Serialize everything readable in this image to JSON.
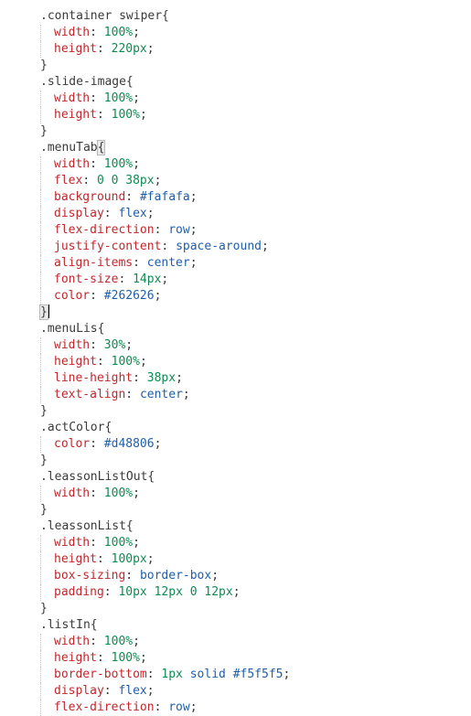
{
  "colors": {
    "background": "#ffffff",
    "selector": "#3a3a3a",
    "property": "#c1272d",
    "number": "#0d8a52",
    "keyword": "#1f5ea8"
  },
  "lines": [
    {
      "t": "sel",
      "text": ".container swiper{"
    },
    {
      "t": "decl",
      "prop": "width",
      "val": "100%",
      "vt": "num"
    },
    {
      "t": "decl",
      "prop": "height",
      "val": "220px",
      "vt": "num"
    },
    {
      "t": "close",
      "text": "}"
    },
    {
      "t": "sel",
      "text": ".slide-image{"
    },
    {
      "t": "decl",
      "prop": "width",
      "val": "100%",
      "vt": "num"
    },
    {
      "t": "decl",
      "prop": "height",
      "val": "100%",
      "vt": "num"
    },
    {
      "t": "close",
      "text": "}"
    },
    {
      "t": "sel",
      "text": ".menuTab",
      "brace": "{",
      "match": true
    },
    {
      "t": "decl",
      "prop": "width",
      "val": "100%",
      "vt": "num"
    },
    {
      "t": "decl",
      "prop": "flex",
      "val": "0 0 38px",
      "vt": "num"
    },
    {
      "t": "decl",
      "prop": "background",
      "val": "#fafafa",
      "vt": "kw"
    },
    {
      "t": "decl",
      "prop": "display",
      "val": "flex",
      "vt": "kw"
    },
    {
      "t": "decl",
      "prop": "flex-direction",
      "val": "row",
      "vt": "kw"
    },
    {
      "t": "decl",
      "prop": "justify-content",
      "val": "space-around",
      "vt": "kw"
    },
    {
      "t": "decl",
      "prop": "align-items",
      "val": "center",
      "vt": "kw"
    },
    {
      "t": "decl",
      "prop": "font-size",
      "val": "14px",
      "vt": "num"
    },
    {
      "t": "decl",
      "prop": "color",
      "val": "#262626",
      "vt": "kw"
    },
    {
      "t": "close",
      "text": "}",
      "match": true,
      "cursor": true
    },
    {
      "t": "sel",
      "text": ".menuLis{"
    },
    {
      "t": "decl",
      "prop": "width",
      "val": "30%",
      "vt": "num"
    },
    {
      "t": "decl",
      "prop": "height",
      "val": "100%",
      "vt": "num"
    },
    {
      "t": "decl",
      "prop": "line-height",
      "val": "38px",
      "vt": "num"
    },
    {
      "t": "decl",
      "prop": "text-align",
      "val": "center",
      "vt": "kw"
    },
    {
      "t": "close",
      "text": "}"
    },
    {
      "t": "sel",
      "text": ".actColor{"
    },
    {
      "t": "decl",
      "prop": "color",
      "val": "#d48806",
      "vt": "kw"
    },
    {
      "t": "close",
      "text": "}"
    },
    {
      "t": "sel",
      "text": ".leassonListOut{"
    },
    {
      "t": "decl",
      "prop": "width",
      "val": "100%",
      "vt": "num"
    },
    {
      "t": "close",
      "text": "}"
    },
    {
      "t": "sel",
      "text": ".leassonList{"
    },
    {
      "t": "decl",
      "prop": "width",
      "val": "100%",
      "vt": "num"
    },
    {
      "t": "decl",
      "prop": "height",
      "val": "100px",
      "vt": "num"
    },
    {
      "t": "decl",
      "prop": "box-sizing",
      "val": "border-box",
      "vt": "kw"
    },
    {
      "t": "decl",
      "prop": "padding",
      "val": "10px 12px 0 12px",
      "vt": "num"
    },
    {
      "t": "close",
      "text": "}"
    },
    {
      "t": "sel",
      "text": ".listIn{"
    },
    {
      "t": "decl",
      "prop": "width",
      "val": "100%",
      "vt": "num"
    },
    {
      "t": "decl",
      "prop": "height",
      "val": "100%",
      "vt": "num"
    },
    {
      "t": "decl",
      "prop": "border-bottom",
      "val": "1px solid #f5f5f5",
      "vt": "mix"
    },
    {
      "t": "decl",
      "prop": "display",
      "val": "flex",
      "vt": "kw"
    },
    {
      "t": "decl",
      "prop": "flex-direction",
      "val": "row",
      "vt": "kw"
    }
  ]
}
